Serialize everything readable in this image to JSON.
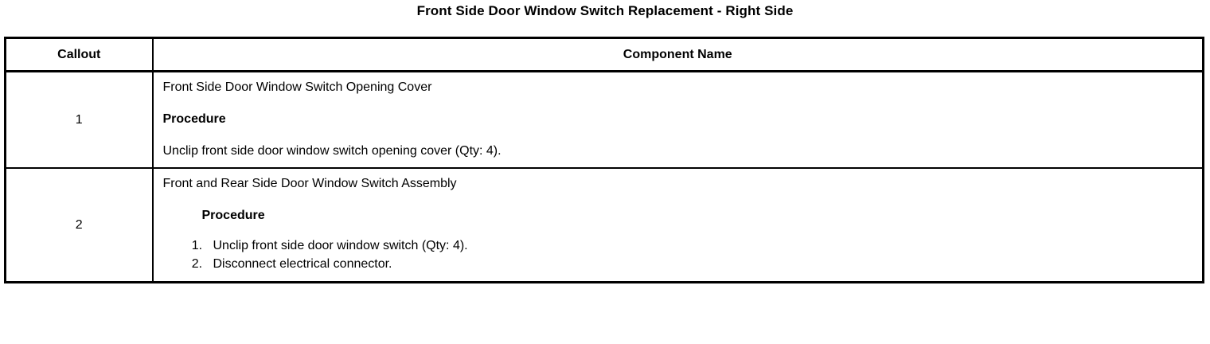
{
  "document": {
    "title": "Front Side Door Window Switch Replacement - Right Side"
  },
  "table": {
    "headers": {
      "callout": "Callout",
      "component_name": "Component Name"
    },
    "rows": [
      {
        "callout": "1",
        "component_title": "Front Side Door Window Switch Opening Cover",
        "procedure_label": "Procedure",
        "procedure_text": "Unclip front side door window switch opening cover (Qty: 4)."
      },
      {
        "callout": "2",
        "component_title": "Front and Rear Side Door Window Switch Assembly",
        "procedure_label": "Procedure",
        "steps": [
          "Unclip front side door window switch (Qty: 4).",
          "Disconnect electrical connector."
        ]
      }
    ]
  }
}
